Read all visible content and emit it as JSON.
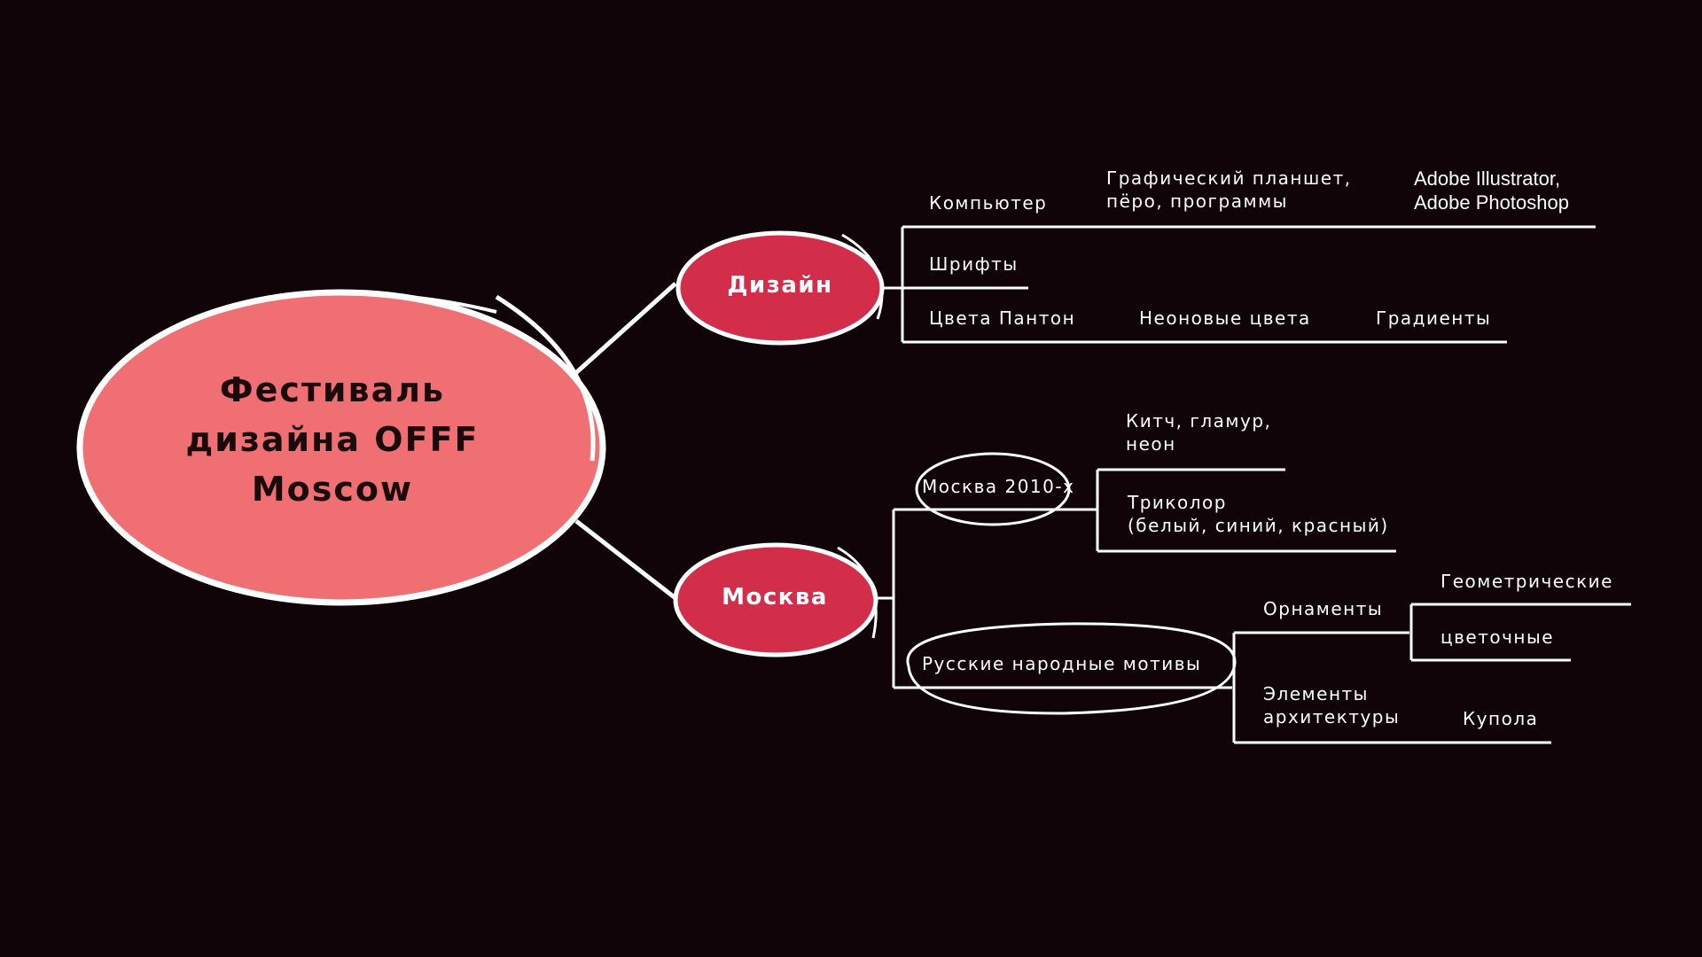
{
  "center": {
    "title": "Фестиваль\nдизайна OFFF\nMoscow"
  },
  "branches": {
    "design": {
      "label": "Дизайн",
      "computer": "Компьютер",
      "tablet": "Графический планшет,\nпёро, программы",
      "software": "Adobe Illustrator,\nAdobe Photoshop",
      "fonts": "Шрифты",
      "pantone": "Цвета Пантон",
      "neon_colors": "Неоновые цвета",
      "gradients": "Градиенты"
    },
    "moscow": {
      "label": "Москва",
      "moscow_2010": "Москва 2010-х",
      "kitsch": "Китч, гламур,\nнеон",
      "tricolor": "Триколор\n(белый, синий, красный)",
      "folk_motifs": "Русские народные мотивы",
      "ornaments": "Орнаменты",
      "geometric": "Геометрические",
      "floral": "цветочные",
      "architecture": "Элементы\nархитектуры",
      "domes": "Купола"
    }
  },
  "colors": {
    "background": "#110408",
    "center_fill": "#ef6f73",
    "node_fill": "#d22e49",
    "line": "#ffffff"
  }
}
